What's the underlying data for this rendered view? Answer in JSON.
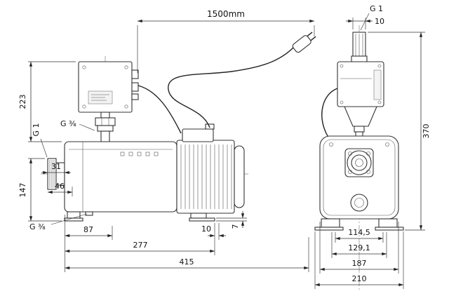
{
  "drawing": {
    "cable_dim": "1500mm",
    "side_view": {
      "height_to_controller": "223",
      "inlet_thread": "G 1",
      "fill_port_thread": "G ⅜",
      "inlet_offset": "31",
      "inlet_depth": "46",
      "axis_height": "147",
      "drain_thread": "G ⅜",
      "foot_offset": "87",
      "foot_span": "277",
      "total_length": "415",
      "foot_overhang": "10",
      "base_plate_height": "7"
    },
    "front_view": {
      "outlet_thread": "G 1",
      "outlet_width": "10",
      "total_height": "370",
      "bolt_spacing": "114,5",
      "foot_width": "129,1",
      "body_width": "187",
      "total_width": "210"
    }
  }
}
